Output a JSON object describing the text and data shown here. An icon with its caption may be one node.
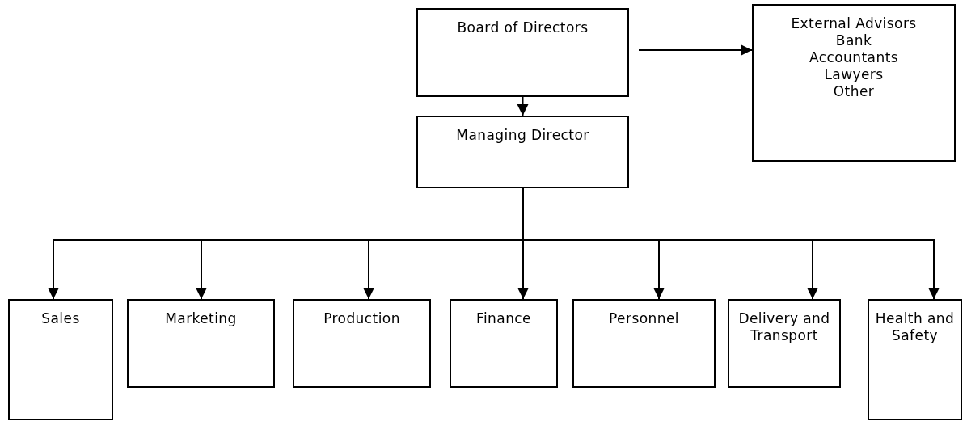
{
  "diagram": {
    "nodes": [
      {
        "text": [
          "Board of Directors"
        ]
      },
      {
        "text": [
          "External Advisors",
          "Bank",
          "Accountants",
          "Lawyers",
          "Other"
        ]
      },
      {
        "text": [
          "Managing Director"
        ]
      },
      {
        "text": [
          "Sales"
        ]
      },
      {
        "text": [
          "Marketing"
        ]
      },
      {
        "text": [
          "Production"
        ]
      },
      {
        "text": [
          "Finance"
        ]
      },
      {
        "text": [
          "Personnel"
        ]
      },
      {
        "text": [
          "Delivery and Transport"
        ]
      },
      {
        "text": [
          "Health and Safety"
        ]
      }
    ],
    "edges": [
      {
        "from": 0,
        "to": 2,
        "arrow": "to"
      },
      {
        "from": 0,
        "to": 1,
        "arrow": "to"
      },
      {
        "from": 2,
        "to": 3,
        "arrow": "to"
      },
      {
        "from": 2,
        "to": 4,
        "arrow": "to"
      },
      {
        "from": 2,
        "to": 5,
        "arrow": "to"
      },
      {
        "from": 2,
        "to": 6,
        "arrow": "to"
      },
      {
        "from": 2,
        "to": 7,
        "arrow": "to"
      },
      {
        "from": 2,
        "to": 8,
        "arrow": "to"
      },
      {
        "from": 2,
        "to": 9,
        "arrow": "to"
      }
    ]
  }
}
